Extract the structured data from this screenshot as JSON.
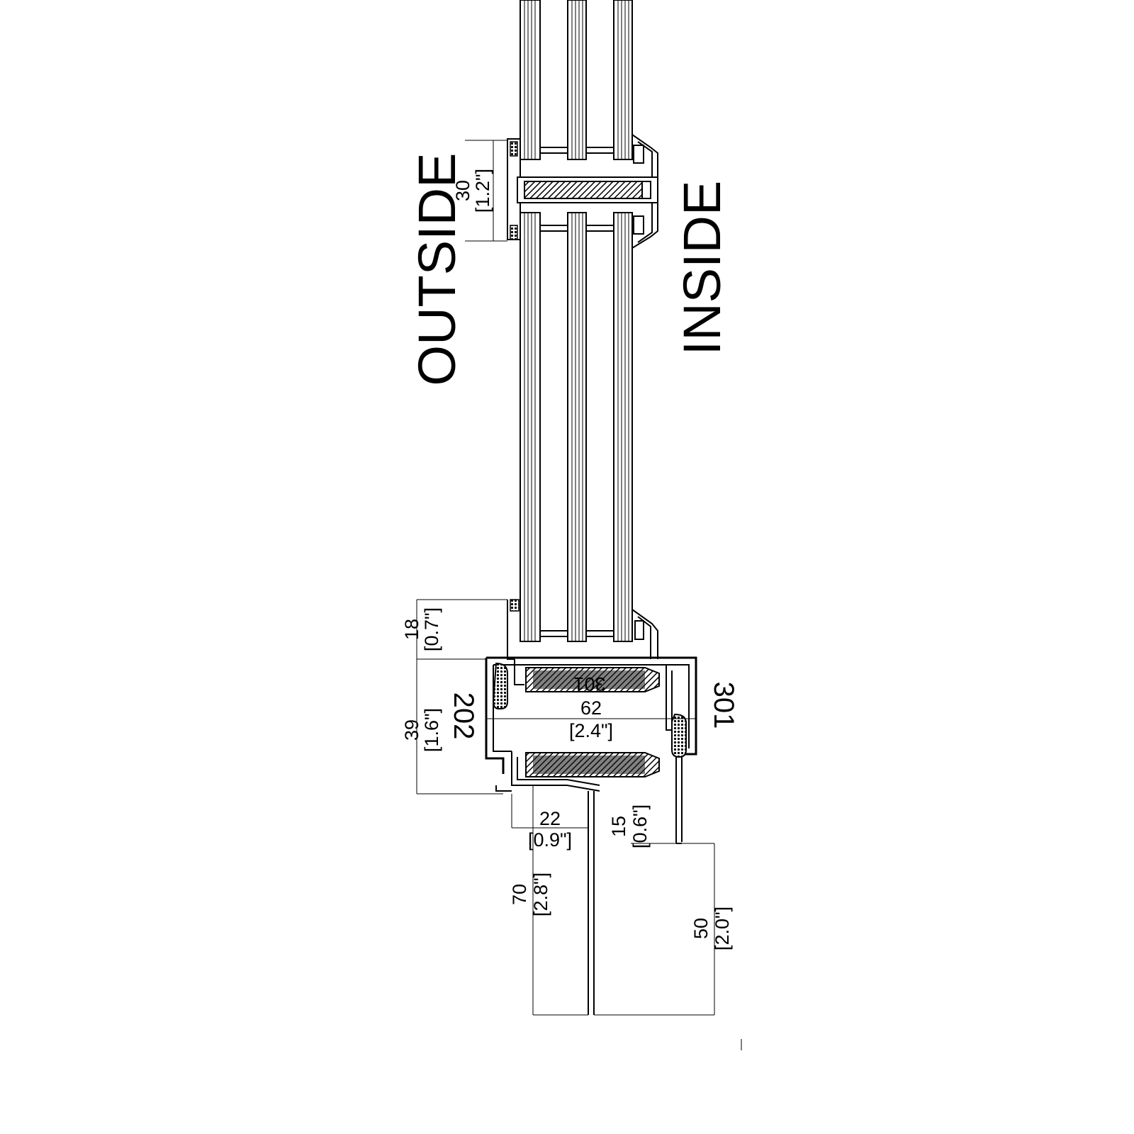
{
  "labels": {
    "outside": "OUTSIDE",
    "inside": "INSIDE",
    "part_202": "202",
    "part_301": "301",
    "part_301_inner": "301"
  },
  "dimensions": {
    "d30": {
      "mm": "30",
      "in": "[1.2\"]"
    },
    "d18": {
      "mm": "18",
      "in": "[0.7\"]"
    },
    "d39": {
      "mm": "39",
      "in": "[1.6\"]"
    },
    "d62": {
      "mm": "62",
      "in": "[2.4\"]"
    },
    "d22": {
      "mm": "22",
      "in": "[0.9\"]"
    },
    "d15": {
      "mm": "15",
      "in": "[0.6\"]"
    },
    "d70": {
      "mm": "70",
      "in": "[2.8\"]"
    },
    "d50": {
      "mm": "50",
      "in": "[2.0\"]"
    }
  }
}
